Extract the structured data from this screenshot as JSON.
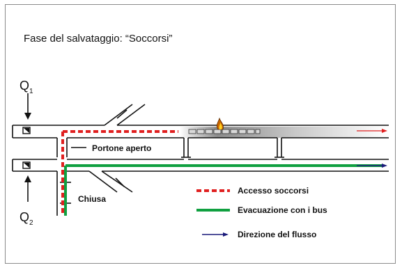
{
  "title": "Fase del salvataggio: “Soccorsi”",
  "labels": {
    "q1": "Q",
    "q1_sub": "1",
    "q2": "Q",
    "q2_sub": "2",
    "portone": "Portone aperto",
    "chiusa": "Chiusa"
  },
  "legend": [
    {
      "label": "Accesso soccorsi",
      "style": "dashed",
      "color": "#e02020"
    },
    {
      "label": "Evacuazione con i bus",
      "style": "solid",
      "color": "#10a040"
    },
    {
      "label": "Direzione del flusso",
      "style": "arrow",
      "color": "#1a1a7a"
    }
  ],
  "colors": {
    "tunnel": "#111111",
    "access_route": "#e02020",
    "evacuation_route": "#10a040",
    "flow_arrow": "#1a1a7a",
    "smoke": "#8c8c8c",
    "fire": "#c86400"
  }
}
